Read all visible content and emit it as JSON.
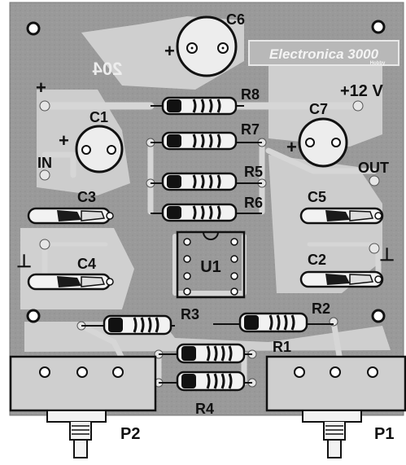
{
  "colors": {
    "board": "#9a9a9a",
    "trace": "#d4d4d4",
    "ink": "#111111",
    "paper": "#ffffff"
  },
  "brand": {
    "name": "Electronica 3000",
    "sub": "Hobby"
  },
  "board_code": "204",
  "components": {
    "c6": "C6",
    "c1": "C1",
    "c7": "C7",
    "c3": "C3",
    "c5": "C5",
    "c4": "C4",
    "c2": "C2",
    "r8": "R8",
    "r7": "R7",
    "r5": "R5",
    "r6": "R6",
    "r3": "R3",
    "r2": "R2",
    "r1": "R1",
    "r4": "R4",
    "u1": "U1",
    "p1": "P1",
    "p2": "P2"
  },
  "labels": {
    "plus": "+",
    "supply": "+12 V",
    "input": "IN",
    "output": "OUT",
    "ground": "⊥"
  }
}
